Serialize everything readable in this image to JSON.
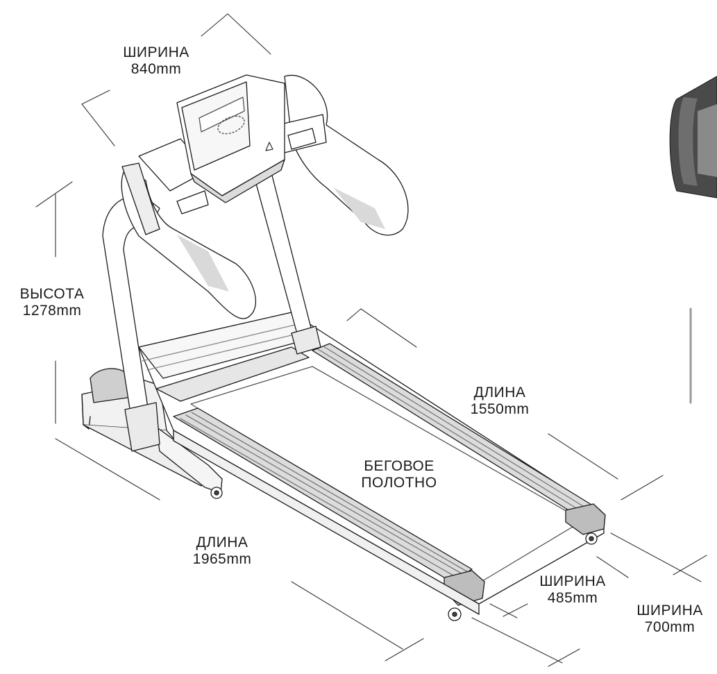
{
  "labels": {
    "width_top": {
      "title": "ШИРИНА",
      "value": "840mm"
    },
    "height": {
      "title": "ВЫСОТА",
      "value": "1278mm"
    },
    "length_belt": {
      "title": "ДЛИНА",
      "value": "1550mm"
    },
    "belt": {
      "line1": "БЕГОВОЕ",
      "line2": "ПОЛОТНО"
    },
    "length_total": {
      "title": "ДЛИНА",
      "value": "1965mm"
    },
    "width_belt": {
      "title": "ШИРИНА",
      "value": "485mm"
    },
    "width_total": {
      "title": "ШИРИНА",
      "value": "700mm"
    }
  },
  "colors": {
    "line": "#1a1a1a",
    "frame": "#ffffff",
    "shade": "#d9d9d9",
    "dark": "#3a3a3a"
  }
}
